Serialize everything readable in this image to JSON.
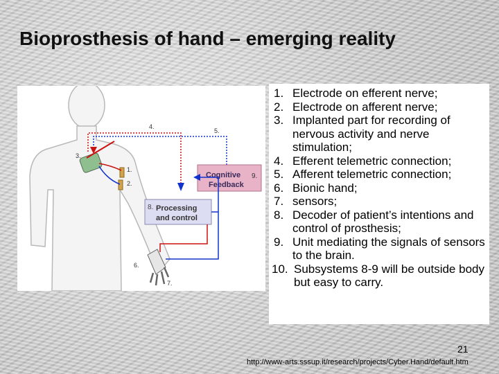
{
  "slide": {
    "title": "Bioprosthesis of hand – emerging reality",
    "slide_number": "21",
    "url": "http://www-arts.sssup.it/research/projects/Cyber.Hand/default.htm"
  },
  "figure": {
    "labels": {
      "n1": "1.",
      "n2": "2.",
      "n3": "3.",
      "n4": "4.",
      "n5": "5.",
      "n6": "6.",
      "n7": "7.",
      "n8": "8.",
      "n9": "9.",
      "processing_line1": "Processing",
      "processing_line2": "and control",
      "cognitive_line1": "Cognitive",
      "cognitive_line2": "Feedback"
    },
    "colors": {
      "red": "#cc1111",
      "blue": "#1133cc",
      "feedback_box": "#e9b3c7",
      "processing_box": "#dcdcf2"
    }
  },
  "list": [
    {
      "num": "1.",
      "text": "Electrode on efferent nerve;"
    },
    {
      "num": "2.",
      "text": "Electrode on afferent nerve;"
    },
    {
      "num": "3.",
      "text": "Implanted part for recording of nervous activity and nerve stimulation;"
    },
    {
      "num": "4.",
      "text": "Efferent telemetric connection;"
    },
    {
      "num": "5.",
      "text": "Afferent telemetric connection;"
    },
    {
      "num": "6.",
      "text": "Bionic hand;"
    },
    {
      "num": "7.",
      "text": "sensors;"
    },
    {
      "num": "8.",
      "text": "Decoder of patient’s intentions and control of prosthesis;"
    },
    {
      "num": "9.",
      "text": "Unit mediating the signals of sensors to the brain."
    },
    {
      "num": "10.",
      "text": "Subsystems 8-9 will be outside body but easy to carry."
    }
  ]
}
